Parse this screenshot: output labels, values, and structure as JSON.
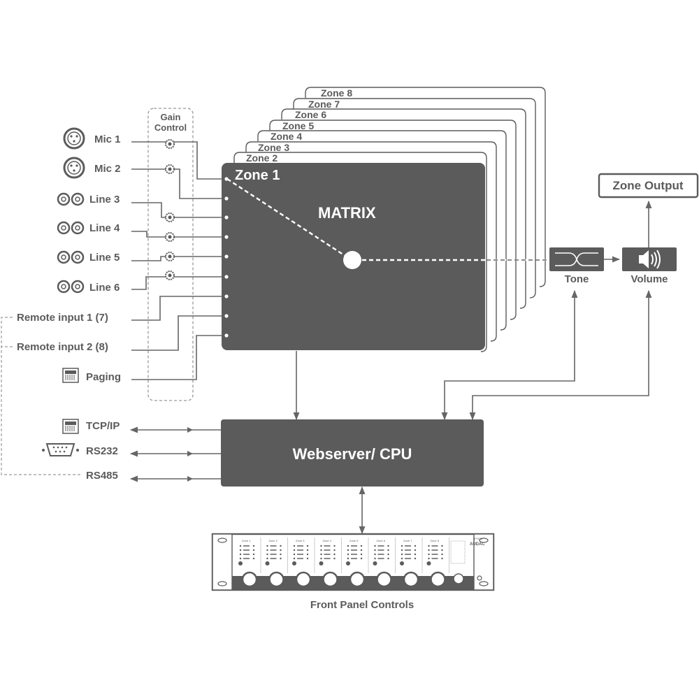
{
  "colors": {
    "block": "#5b5b5b",
    "line": "#666666",
    "dash": "#999999",
    "background": "#ffffff"
  },
  "gain_control_label_1": "Gain",
  "gain_control_label_2": "Control",
  "inputs": [
    {
      "label": "Mic 1",
      "icon": "xlr-connector-icon"
    },
    {
      "label": "Mic 2",
      "icon": "xlr-connector-icon"
    },
    {
      "label": "Line 3",
      "icon": "rca-connector-icon"
    },
    {
      "label": "Line 4",
      "icon": "rca-connector-icon"
    },
    {
      "label": "Line 5",
      "icon": "rca-connector-icon"
    },
    {
      "label": "Line 6",
      "icon": "rca-connector-icon"
    },
    {
      "label": "Remote input 1 (7)",
      "icon": ""
    },
    {
      "label": "Remote input 2 (8)",
      "icon": ""
    },
    {
      "label": "Paging",
      "icon": "rj45-connector-icon"
    }
  ],
  "zones": [
    "Zone 8",
    "Zone 7",
    "Zone 6",
    "Zone 5",
    "Zone 4",
    "Zone 3",
    "Zone 2"
  ],
  "zone1_label": "Zone 1",
  "matrix_label": "MATRIX",
  "tone_label": "Tone",
  "volume_label": "Volume",
  "zone_output_label": "Zone Output",
  "cpu_label": "Webserver/ CPU",
  "control_ports": [
    {
      "label": "TCP/IP",
      "icon": "rj45-connector-icon"
    },
    {
      "label": "RS232",
      "icon": "db9-connector-icon"
    },
    {
      "label": "RS485",
      "icon": ""
    }
  ],
  "front_panel_label": "Front Panel Controls",
  "device": {
    "model": "MTX88",
    "brand": "AUDAC",
    "zone_labels": [
      "Zone 1",
      "Zone 2",
      "Zone 3",
      "Zone 4",
      "Zone 5",
      "Zone 6",
      "Zone 7",
      "Zone 8"
    ]
  }
}
